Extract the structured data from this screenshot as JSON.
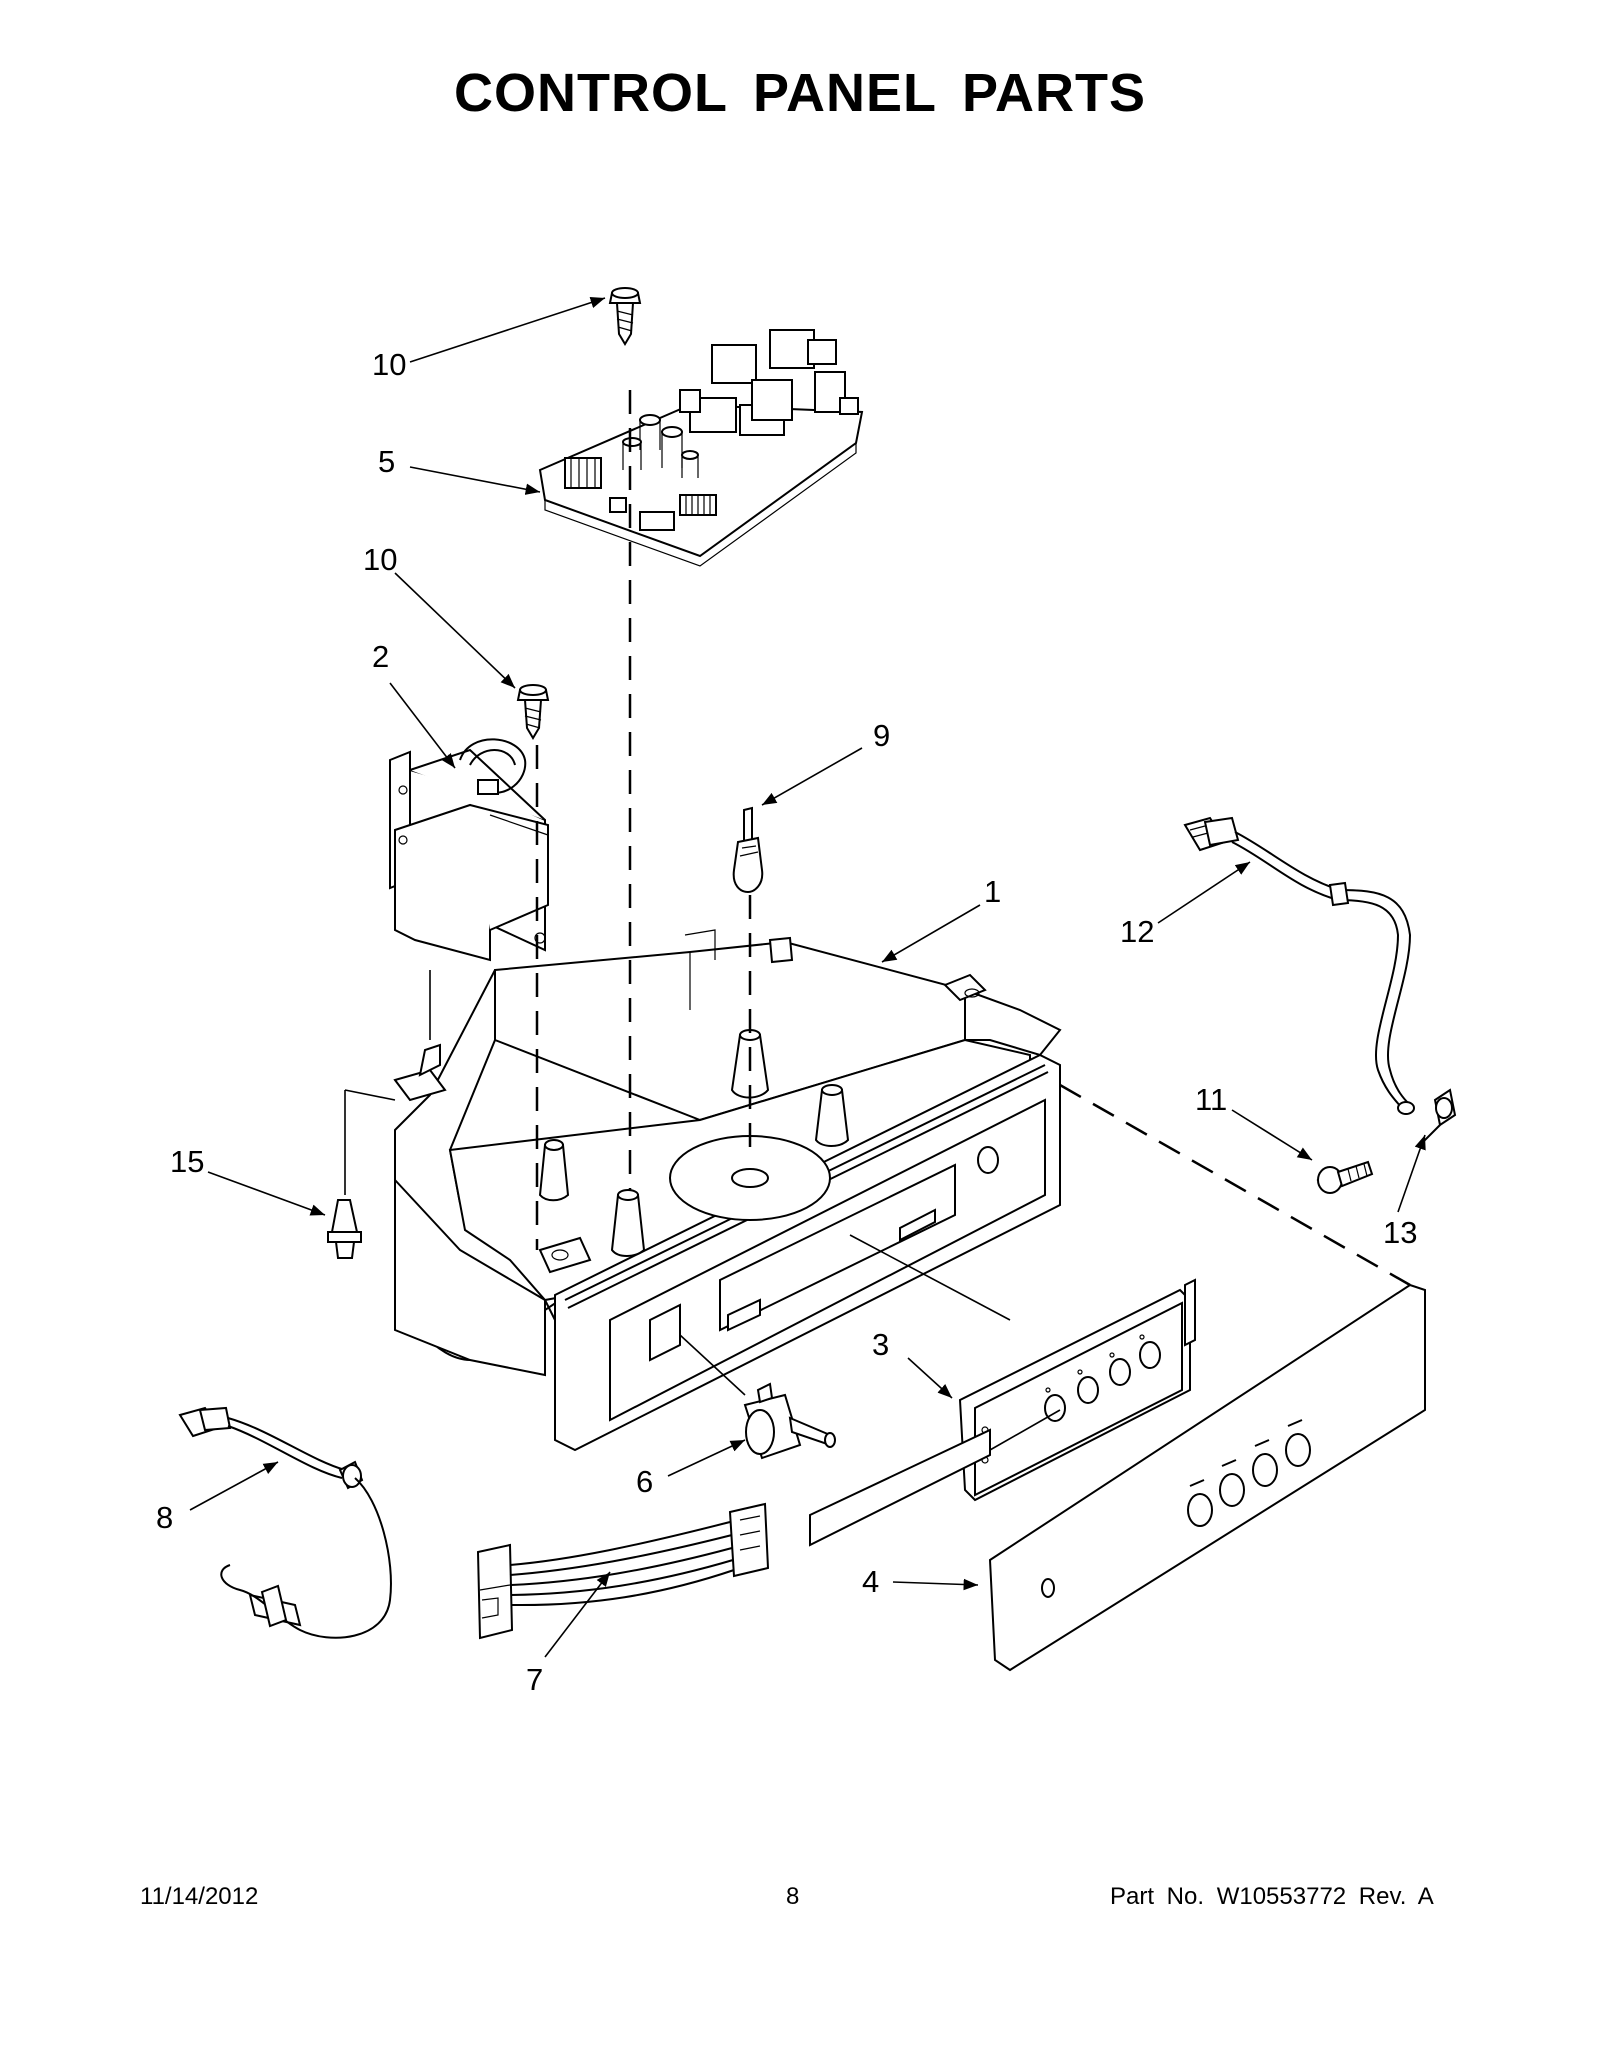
{
  "page": {
    "title": "CONTROL PANEL PARTS",
    "footer": {
      "date": "11/14/2012",
      "page_number": "8",
      "part_number": "Part No.  W10553772  Rev.  A"
    }
  },
  "callouts": [
    {
      "id": "c10a",
      "label": "10"
    },
    {
      "id": "c5",
      "label": "5"
    },
    {
      "id": "c10b",
      "label": "10"
    },
    {
      "id": "c2",
      "label": "2"
    },
    {
      "id": "c9",
      "label": "9"
    },
    {
      "id": "c1",
      "label": "1"
    },
    {
      "id": "c12",
      "label": "12"
    },
    {
      "id": "c11",
      "label": "11"
    },
    {
      "id": "c13",
      "label": "13"
    },
    {
      "id": "c15",
      "label": "15"
    },
    {
      "id": "c3",
      "label": "3"
    },
    {
      "id": "c6",
      "label": "6"
    },
    {
      "id": "c8",
      "label": "8"
    },
    {
      "id": "c4",
      "label": "4"
    },
    {
      "id": "c7",
      "label": "7"
    }
  ]
}
